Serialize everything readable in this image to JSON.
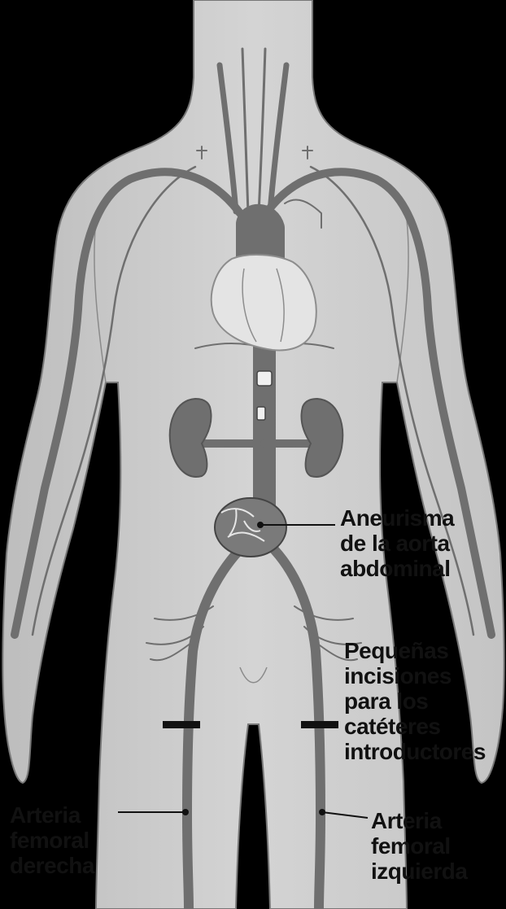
{
  "labels": {
    "aneurysm": [
      "Aneurisma",
      "de la aorta",
      "abdominal"
    ],
    "incisions": [
      "Pequeñas",
      "incisiones",
      "para los",
      "catéteres",
      "introductores"
    ],
    "right_femoral": [
      "Arteria",
      "femoral",
      "derecha"
    ],
    "left_femoral": [
      "Arteria",
      "femoral",
      "izquierda"
    ]
  },
  "colors": {
    "background": "#000000",
    "body": "#c9c9c9",
    "vessel": "#6f6f6f",
    "heart": "#e4e4e4",
    "text": "#111111"
  }
}
